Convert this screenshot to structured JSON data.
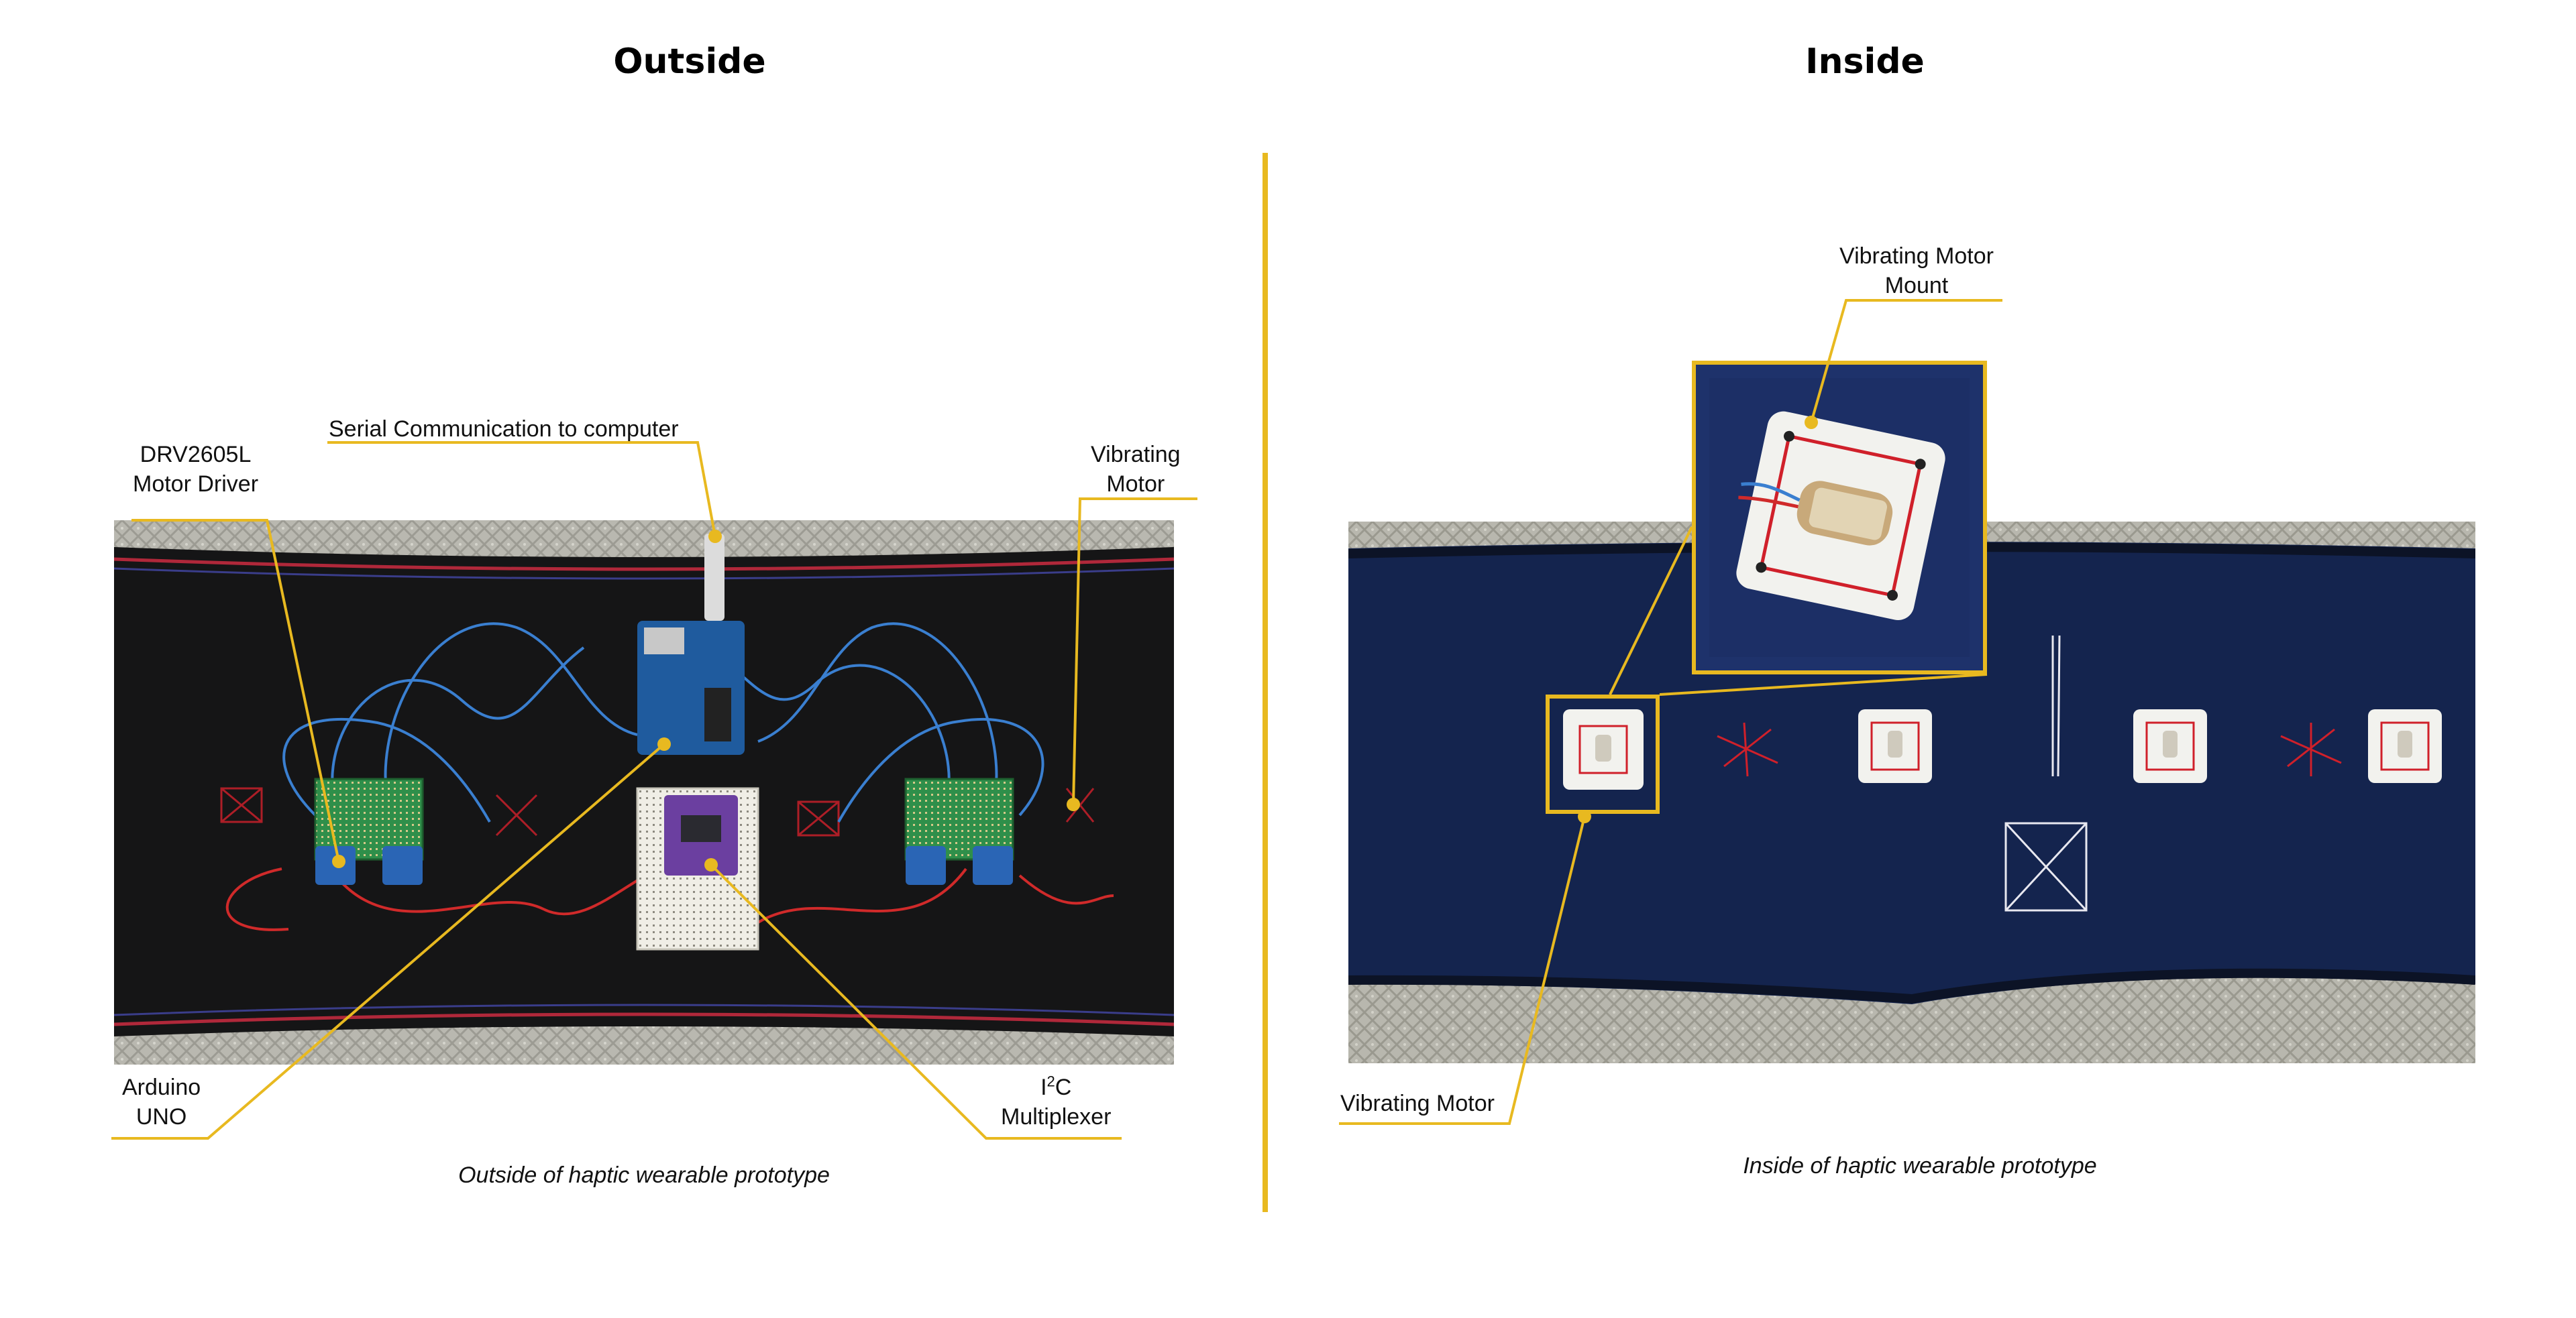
{
  "sections": {
    "outside_title": "Outside",
    "inside_title": "Inside"
  },
  "outside": {
    "labels": {
      "serial": "Serial Communication to computer",
      "driver": "DRV2605L\nMotor Driver",
      "vib_motor": "Vibrating\nMotor",
      "arduino": "Arduino\nUNO",
      "mux_prefix": "I",
      "mux_sup": "2",
      "mux_rest": "C\nMultiplexer"
    },
    "caption": "Outside of haptic wearable prototype"
  },
  "inside": {
    "labels": {
      "mount": "Vibrating Motor\nMount",
      "vib_motor": "Vibrating Motor"
    },
    "caption": "Inside of haptic wearable prototype"
  },
  "colors": {
    "accent": "#E8B920",
    "belt_outside": "#151516",
    "belt_inside": "#14244e",
    "belt_trim_red": "#b0283a",
    "carpet": "#b9b8b0",
    "breadboard_green": "#2f8f4a",
    "arduino_blue": "#1f5b9e",
    "mux_purple": "#6b3fa0",
    "wire_blue": "#3a7fd0",
    "wire_red": "#d02a2a",
    "mount_white": "#f2f2ee"
  },
  "icons": {
    "callout_dot": "yellow-dot-icon"
  }
}
